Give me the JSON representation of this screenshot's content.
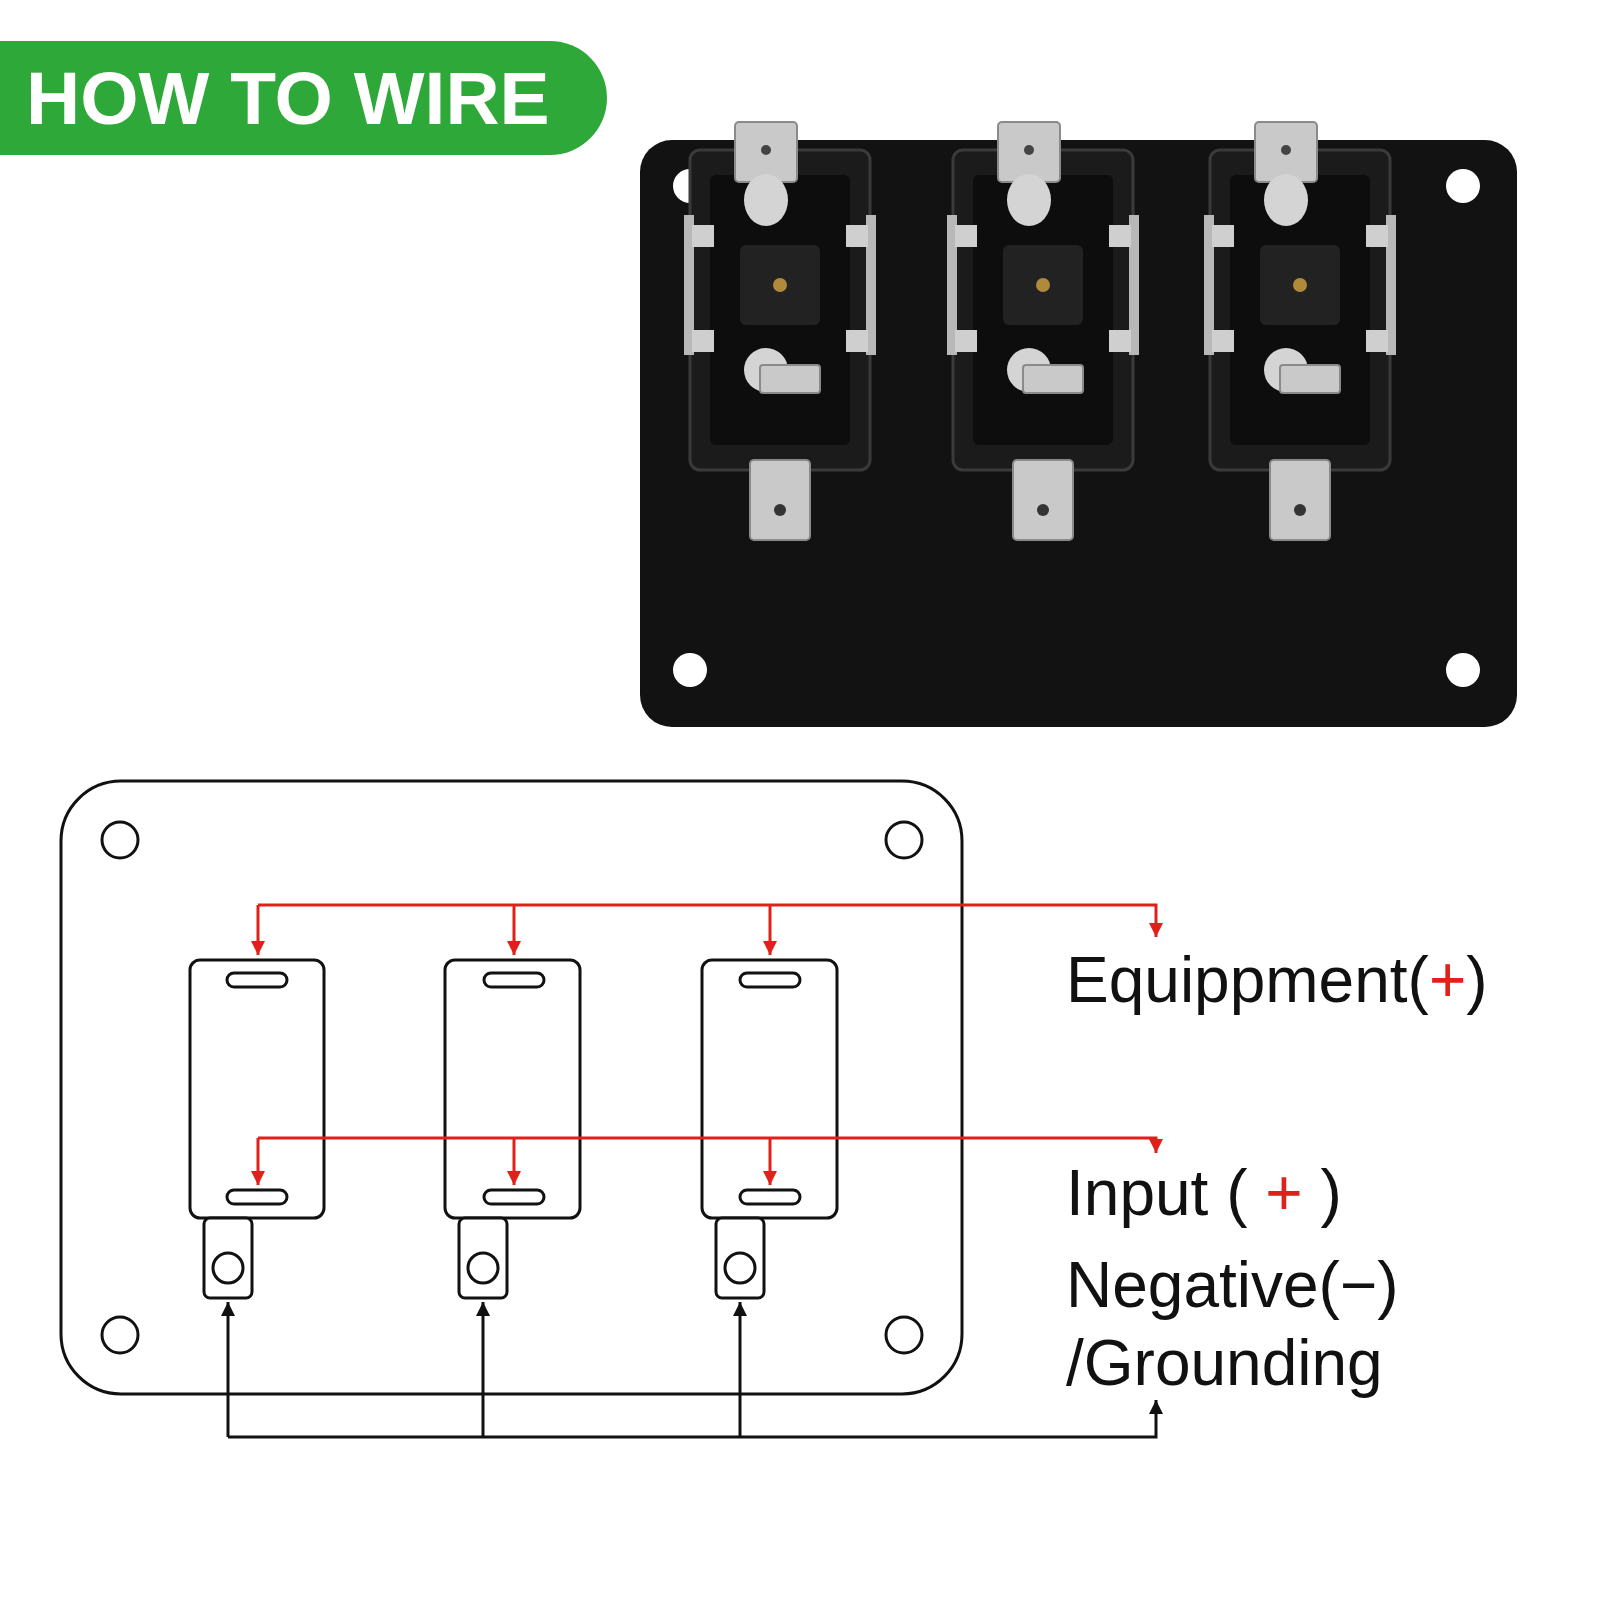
{
  "diagram": {
    "title": "HOW TO WIRE",
    "labels": [
      "Equippment(+)",
      "Input ( + )",
      "Negative(−) /Grounding"
    ]
  }
}
